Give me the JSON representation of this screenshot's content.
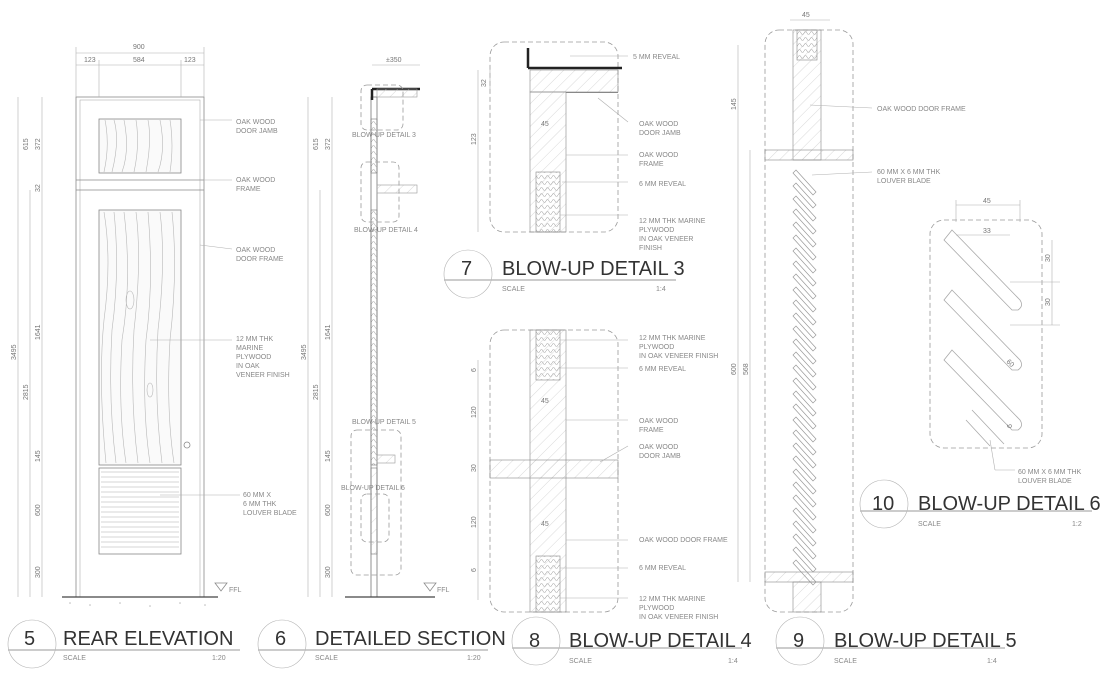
{
  "titles": {
    "t5": {
      "num": "5",
      "title": "REAR ELEVATION",
      "scale_label": "SCALE",
      "scale": "1:20"
    },
    "t6": {
      "num": "6",
      "title": "DETAILED SECTION",
      "scale_label": "SCALE",
      "scale": "1:20"
    },
    "t7": {
      "num": "7",
      "title": "BLOW-UP DETAIL 3",
      "scale_label": "SCALE",
      "scale": "1:4"
    },
    "t8": {
      "num": "8",
      "title": "BLOW-UP DETAIL 4",
      "scale_label": "SCALE",
      "scale": "1:4"
    },
    "t9": {
      "num": "9",
      "title": "BLOW-UP DETAIL 5",
      "scale_label": "SCALE",
      "scale": "1:4"
    },
    "t10": {
      "num": "10",
      "title": "BLOW-UP DETAIL 6",
      "scale_label": "SCALE",
      "scale": "1:2"
    }
  },
  "elevation": {
    "dims_top": [
      "900",
      "123",
      "584",
      "123"
    ],
    "dims_left": [
      "3495",
      "2815",
      "615",
      "372",
      "32",
      "1641",
      "145",
      "600",
      "300"
    ],
    "notes": {
      "door_jamb": [
        "OAK WOOD",
        "DOOR JAMB"
      ],
      "frame": [
        "OAK WOOD",
        "FRAME"
      ],
      "door_frame": [
        "OAK WOOD",
        "DOOR FRAME"
      ],
      "plywood": [
        "12 MM THK",
        "MARINE",
        "PLYWOOD",
        "IN OAK",
        "VENEER FINISH"
      ],
      "louver": [
        "60 MM X",
        "6 MM THK",
        "LOUVER BLADE"
      ]
    },
    "ffl": "FFL"
  },
  "section": {
    "dim_top": "±350",
    "dims_left": [
      "3495",
      "2815",
      "615",
      "372",
      "1641",
      "145",
      "600",
      "300"
    ],
    "callouts": [
      "BLOW-UP DETAIL 3",
      "BLOW-UP DETAIL 4",
      "BLOW-UP DETAIL 5",
      "BLOW-UP DETAIL 6"
    ],
    "ffl": "FFL"
  },
  "detail3": {
    "dims": [
      "123",
      "45",
      "32"
    ],
    "notes": {
      "reveal": "5 MM REVEAL",
      "jamb": [
        "OAK WOOD",
        "DOOR JAMB"
      ],
      "frame": [
        "OAK WOOD",
        "FRAME"
      ],
      "reveal6": "6 MM REVEAL",
      "plywood": [
        "12 MM THK MARINE",
        "PLYWOOD",
        "IN OAK VENEER",
        "FINISH"
      ]
    }
  },
  "detail4": {
    "dims": [
      "6",
      "120",
      "45",
      "30",
      "120",
      "45",
      "6"
    ],
    "notes": {
      "plywood_top": [
        "12 MM THK MARINE",
        "PLYWOOD",
        "IN OAK VENEER FINISH"
      ],
      "reveal_top": "6 MM REVEAL",
      "frame": [
        "OAK WOOD",
        "FRAME"
      ],
      "jamb": [
        "OAK WOOD",
        "DOOR JAMB"
      ],
      "door_frame": "OAK WOOD DOOR FRAME",
      "reveal_bot": "6 MM REVEAL",
      "plywood_bot": [
        "12 MM THK MARINE",
        "PLYWOOD",
        "IN OAK VENEER FINISH"
      ]
    }
  },
  "detail5": {
    "dims": [
      "45",
      "145",
      "600",
      "568"
    ],
    "notes": {
      "door_frame": "OAK WOOD DOOR FRAME",
      "louver": [
        "60 MM X 6 MM THK",
        "LOUVER BLADE"
      ]
    }
  },
  "detail6": {
    "dims": [
      "45",
      "33",
      "30",
      "30",
      "60",
      "6"
    ],
    "notes": {
      "louver": [
        "60 MM X 6 MM THK",
        "LOUVER BLADE"
      ]
    }
  }
}
